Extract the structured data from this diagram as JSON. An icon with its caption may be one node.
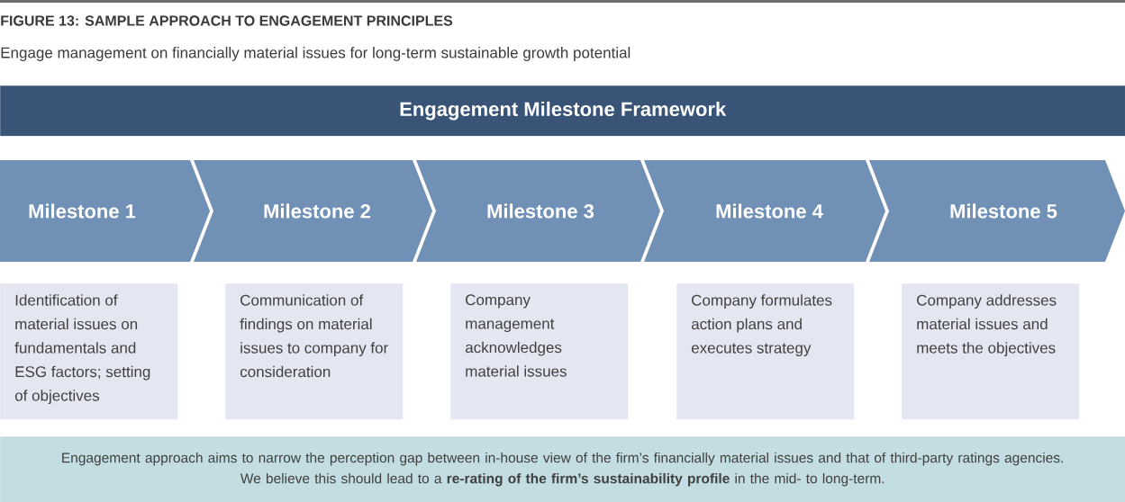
{
  "diagram": {
    "title": "FIGURE 13: SAMPLE APPROACH TO ENGAGEMENT PRINCIPLES",
    "caption": "Engage management on financially material issues for long-term sustainable growth potential",
    "nodes": [
      {
        "text": [
          "Engagement Milestone Framework"
        ]
      },
      {
        "text": [
          "Milestone 1"
        ]
      },
      {
        "text": [
          "Milestone 2"
        ]
      },
      {
        "text": [
          "Milestone 3"
        ]
      },
      {
        "text": [
          "Milestone 4"
        ]
      },
      {
        "text": [
          "Milestone 5"
        ]
      },
      {
        "text": [
          "Identification of material issues on fundamentals and ESG factors; setting of objectives"
        ]
      },
      {
        "text": [
          "Communication of findings on material issues to company for consideration"
        ]
      },
      {
        "text": [
          "Company management acknowledges material issues"
        ]
      },
      {
        "text": [
          "Company formulates action plans and executes strategy"
        ]
      },
      {
        "text": [
          "Company addresses material issues and meets the objectives"
        ]
      },
      {
        "text": [
          "Engagement approach aims to narrow the perception gap between in-house view of the firm’s financially material issues and that of third-party ratings agencies.",
          "We believe this should lead to a **re-rating of the firm’s sustainability profile** in the mid- to long-term."
        ]
      }
    ]
  }
}
